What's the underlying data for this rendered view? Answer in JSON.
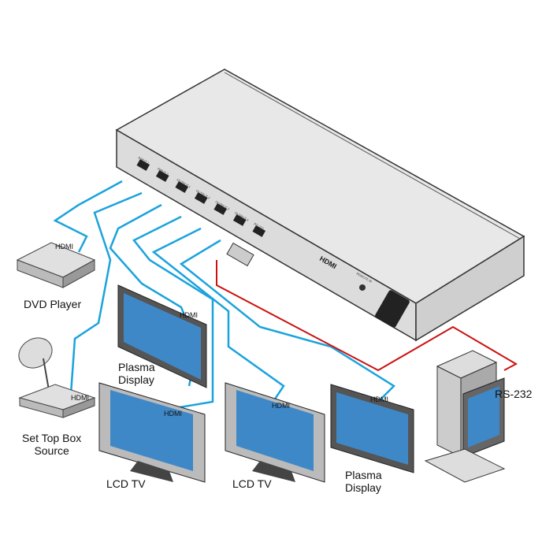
{
  "device": {
    "ports": [
      "INPUT 1",
      "INPUT 2",
      "OUTPUT 1",
      "OUTPUT 2",
      "OUTPUT 3",
      "OUTPUT 4",
      "RS-232"
    ],
    "logo": "HDMI",
    "remote_label": "REMOTE IR"
  },
  "labels": {
    "dvd": "DVD Player",
    "stb": "Set Top Box\nSource",
    "plasma1": "Plasma\nDisplay",
    "lcd1": "LCD TV",
    "lcd2": "LCD TV",
    "plasma2": "Plasma\nDisplay",
    "rs232": "RS-232"
  },
  "cable_labels": {
    "dvd": "HDMI",
    "stb": "HDMI",
    "plasma1": "HDMI",
    "lcd1": "HDMI",
    "lcd2": "HDMI",
    "plasma2": "HDMI"
  },
  "colors": {
    "hdmi_cable": "#1aa3dc",
    "rs232_cable": "#cc1111",
    "device": "#e6e6e6",
    "screen": "#3f88c8"
  }
}
